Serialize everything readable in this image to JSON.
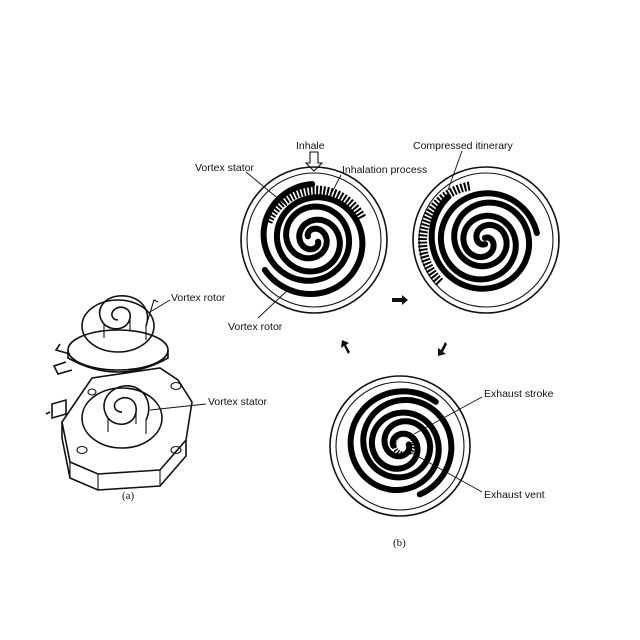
{
  "figure": {
    "panel_a": {
      "caption": "(a)",
      "labels": {
        "rotor": "Vortex rotor",
        "stator": "Vortex stator"
      }
    },
    "panel_b": {
      "caption": "(b)",
      "labels": {
        "inhale": "Inhale",
        "vortex_stator": "Vortex stator",
        "inhalation_process": "Inhalation process",
        "vortex_rotor": "Vortex rotor",
        "compressed_itinerary": "Compressed itinerary",
        "exhaust_stroke": "Exhaust stroke",
        "exhaust_vent": "Exhaust vent"
      }
    }
  }
}
